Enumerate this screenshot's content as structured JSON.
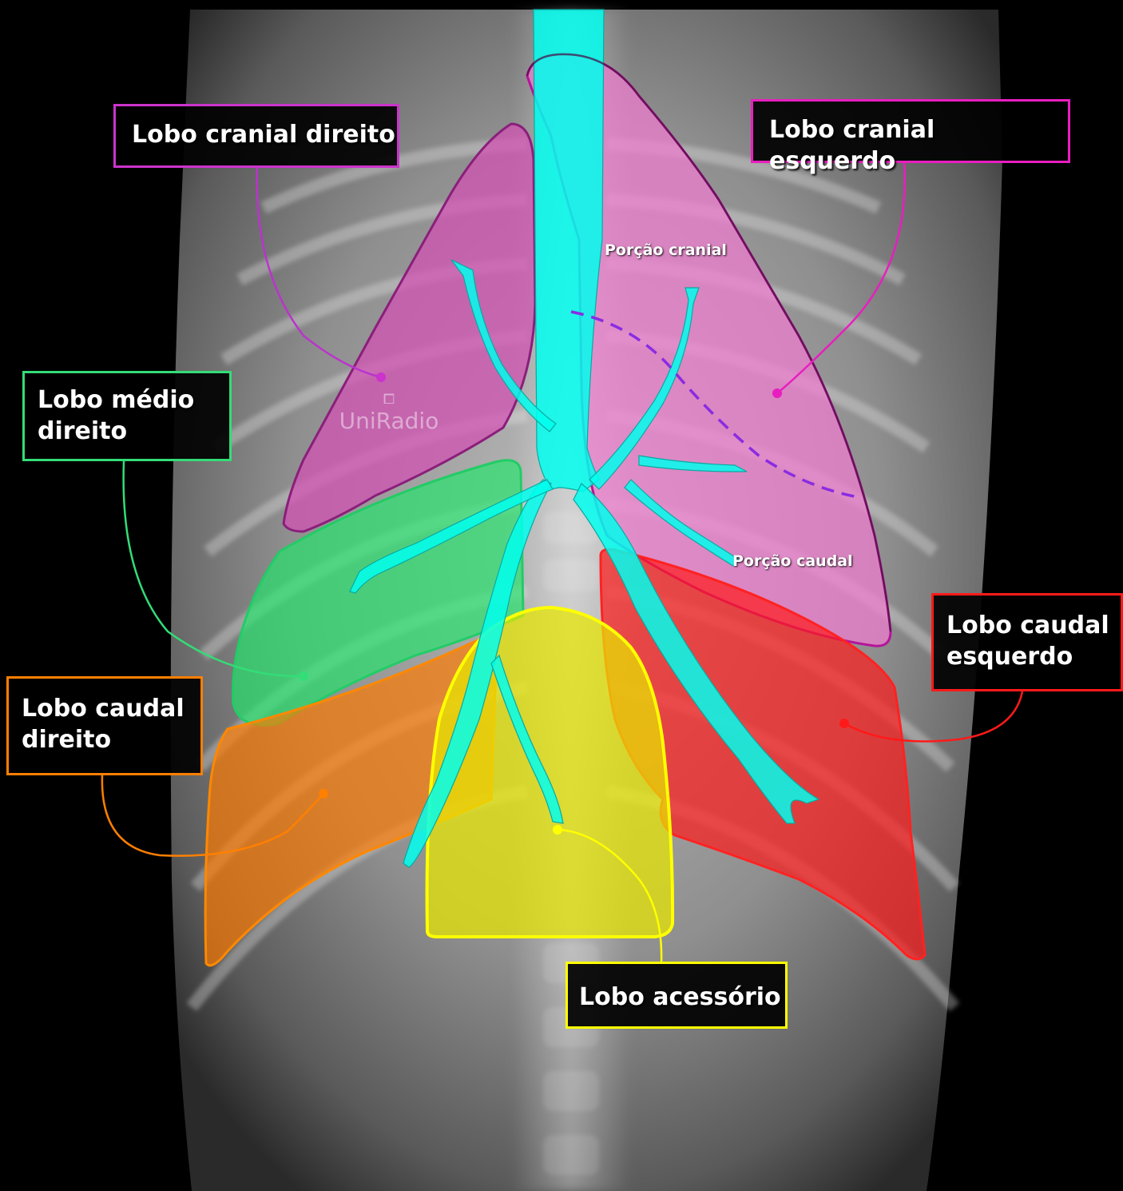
{
  "labels": {
    "cranial_right": "Lobo cranial direito",
    "cranial_left": "Lobo cranial esquerdo",
    "middle_right": "Lobo médio\ndireito",
    "caudal_right": "Lobo caudal\ndireito",
    "caudal_left": "Lobo caudal\nesquerdo",
    "accessory": "Lobo acessório",
    "cranial_portion": "Porção cranial",
    "caudal_portion": "Porção caudal"
  },
  "watermark": {
    "text": "UniRadio",
    "icon": "uniradio-logo-icon"
  },
  "colors": {
    "cranial_right": "#cc33cc",
    "cranial_left": "#e81ec0",
    "middle_right": "#33dd77",
    "caudal_right": "#ff7f00",
    "caudal_left": "#ff1a1a",
    "accessory": "#ffff00",
    "airway": "#00ffee",
    "lobe_boundary": "#8a2be2"
  }
}
